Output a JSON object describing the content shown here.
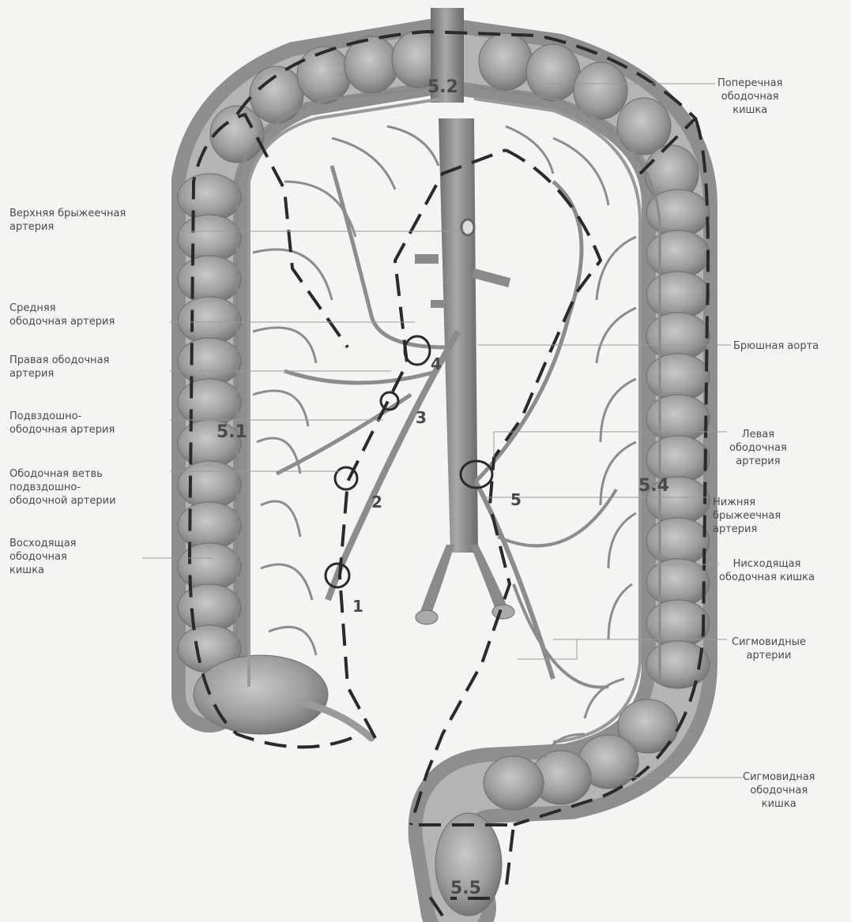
{
  "labels": {
    "transverse_colon": "Поперечная\nободочная\nкишка",
    "superior_mesenteric_artery": "Верхняя брыжеечная\nартерия",
    "middle_colic_artery": "Средняя\nободочная артерия",
    "right_colic_artery": "Правая ободочная\nартерия",
    "ileocolic_artery": "Подвздошно-\nободочная артерия",
    "colic_branch_ileocolic": "Ободочная ветвь\nподвздошно-\nободочной артерии",
    "ascending_colon": "Восходящая\nободочная\nкишка",
    "abdominal_aorta": "Брюшная аорта",
    "left_colic_artery": "Левая\nободочная\nартерия",
    "inferior_mesenteric_artery": "Нижняя\nбрыжеечная\nартерия",
    "descending_colon": "Нисходящая\nободочная кишка",
    "sigmoid_arteries": "Сигмовидные\nартерии",
    "sigmoid_colon": "Сигмовидная\nободочная\nкишка"
  },
  "markers": {
    "m1": "1",
    "m2": "2",
    "m3": "3",
    "m4": "4",
    "m5": "5",
    "m51": "5.1",
    "m52": "5.2",
    "m54": "5.4",
    "m55": "5.5"
  },
  "colors": {
    "background": "#f4f4f2",
    "colon_fill": "#9a9a9a",
    "colon_shade": "#7a7a7a",
    "vessel": "#8c8c8c",
    "dash": "#2a2a2a",
    "text": "#4a4a4a"
  }
}
